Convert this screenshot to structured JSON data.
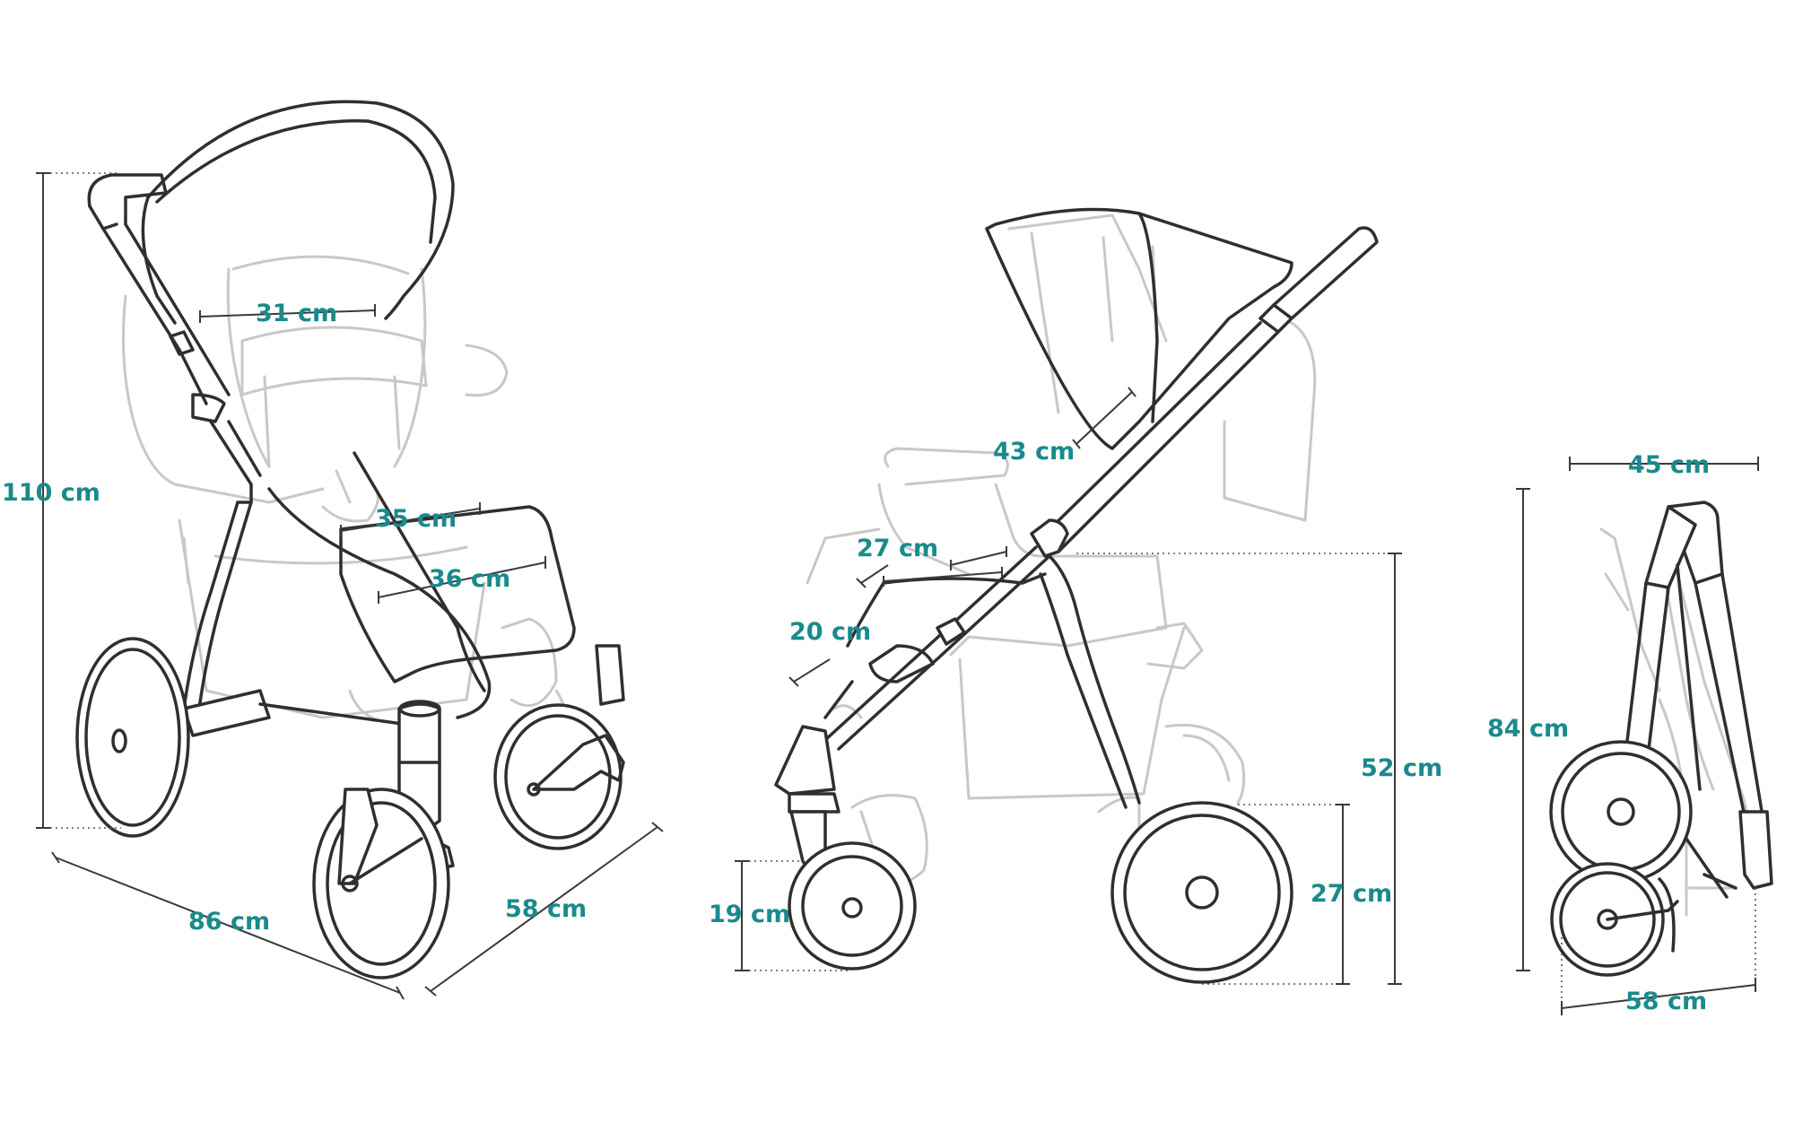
{
  "colors": {
    "label": "#1a8a8c",
    "outline_dark": "#2f2f2f",
    "outline_light": "#c8c8c8",
    "background": "#ffffff"
  },
  "front_view": {
    "height": "110 cm",
    "backrest_width": "31 cm",
    "seat_width": "35 cm",
    "footrest_width": "36 cm",
    "length": "86 cm",
    "width": "58 cm"
  },
  "side_view": {
    "backrest_height": "43 cm",
    "seat_depth": "27 cm",
    "legrest_length": "20 cm",
    "front_wheel": "19 cm",
    "seat_height": "52 cm",
    "rear_wheel": "27 cm"
  },
  "folded_view": {
    "width": "45 cm",
    "height": "84 cm",
    "depth": "58 cm"
  }
}
